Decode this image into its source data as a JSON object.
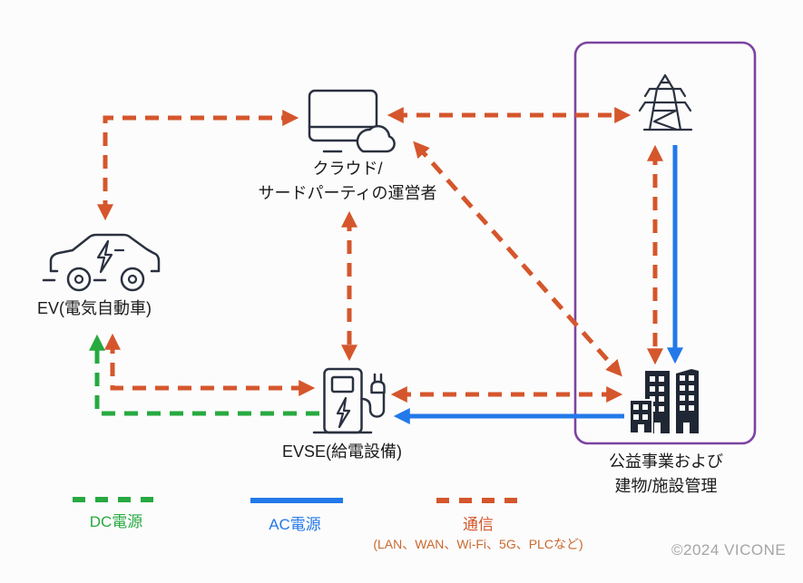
{
  "nodes": {
    "cloud": {
      "line1": "クラウド/",
      "line2": "サードパーティの運営者",
      "icon": "laptop-cloud-icon"
    },
    "ev": {
      "label": "EV(電気自動車)",
      "icon": "ev-car-icon"
    },
    "evse": {
      "label": "EVSE(給電設備)",
      "icon": "evse-charger-icon"
    },
    "grid": {
      "label": "",
      "icon": "transmission-tower-icon"
    },
    "utility": {
      "line1": "公益事業および",
      "line2": "建物/施設管理",
      "icon": "buildings-icon"
    }
  },
  "edges": [
    {
      "from": "ev",
      "to": "cloud",
      "type": "通信",
      "bidirectional": true
    },
    {
      "from": "cloud",
      "to": "grid",
      "type": "通信",
      "bidirectional": true
    },
    {
      "from": "cloud",
      "to": "evse",
      "type": "通信",
      "bidirectional": true
    },
    {
      "from": "cloud",
      "to": "utility",
      "type": "通信",
      "bidirectional": true
    },
    {
      "from": "grid",
      "to": "utility",
      "type": "通信",
      "bidirectional": true
    },
    {
      "from": "grid",
      "to": "utility",
      "type": "AC電源",
      "bidirectional": false
    },
    {
      "from": "ev",
      "to": "evse",
      "type": "通信",
      "bidirectional": true
    },
    {
      "from": "evse",
      "to": "utility",
      "type": "通信",
      "bidirectional": true
    },
    {
      "from": "utility",
      "to": "evse",
      "type": "AC電源",
      "bidirectional": false
    },
    {
      "from": "evse",
      "to": "ev",
      "type": "DC電源",
      "bidirectional": false
    }
  ],
  "legend": {
    "dc": {
      "label": "DC電源",
      "color": "#27a93f",
      "style": "dashed"
    },
    "ac": {
      "label": "AC電源",
      "color": "#2379e9",
      "style": "solid"
    },
    "comm": {
      "label": "通信",
      "sublabel": "(LAN、WAN、Wi-Fi、5G、PLCなど)",
      "color": "#d5562c",
      "style": "dashed"
    }
  },
  "footer": {
    "copyright": "©2024 VICONE"
  },
  "colors": {
    "communication": "#d5562c",
    "dc_power": "#27a93f",
    "ac_power": "#2379e9",
    "utility_boundary": "#7c44a2",
    "icon_ink": "#2a3140",
    "background": "#fcfcfc"
  }
}
